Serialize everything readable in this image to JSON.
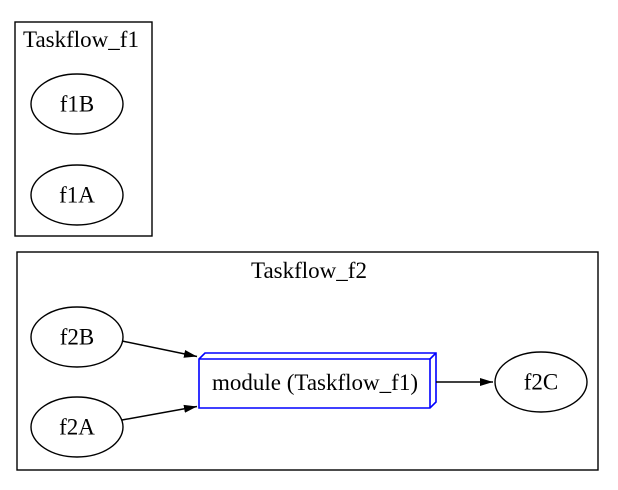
{
  "graph": {
    "background": "#ffffff",
    "colors": {
      "cluster_border": "#000000",
      "node_stroke": "#000000",
      "module_stroke": "#0000ff",
      "edge": "#000000",
      "text": "#000000"
    },
    "clusters": [
      {
        "id": "cluster_Taskflow_f1",
        "title": "Taskflow_f1",
        "nodes": [
          {
            "id": "f1B",
            "label": "f1B",
            "shape": "ellipse"
          },
          {
            "id": "f1A",
            "label": "f1A",
            "shape": "ellipse"
          }
        ]
      },
      {
        "id": "cluster_Taskflow_f2",
        "title": "Taskflow_f2",
        "nodes": [
          {
            "id": "f2B",
            "label": "f2B",
            "shape": "ellipse"
          },
          {
            "id": "f2A",
            "label": "f2A",
            "shape": "ellipse"
          },
          {
            "id": "module",
            "label": "module (Taskflow_f1)",
            "shape": "box3d"
          },
          {
            "id": "f2C",
            "label": "f2C",
            "shape": "ellipse"
          }
        ]
      }
    ],
    "edges": [
      {
        "from": "f2B",
        "to": "module"
      },
      {
        "from": "f2A",
        "to": "module"
      },
      {
        "from": "module",
        "to": "f2C"
      }
    ]
  }
}
